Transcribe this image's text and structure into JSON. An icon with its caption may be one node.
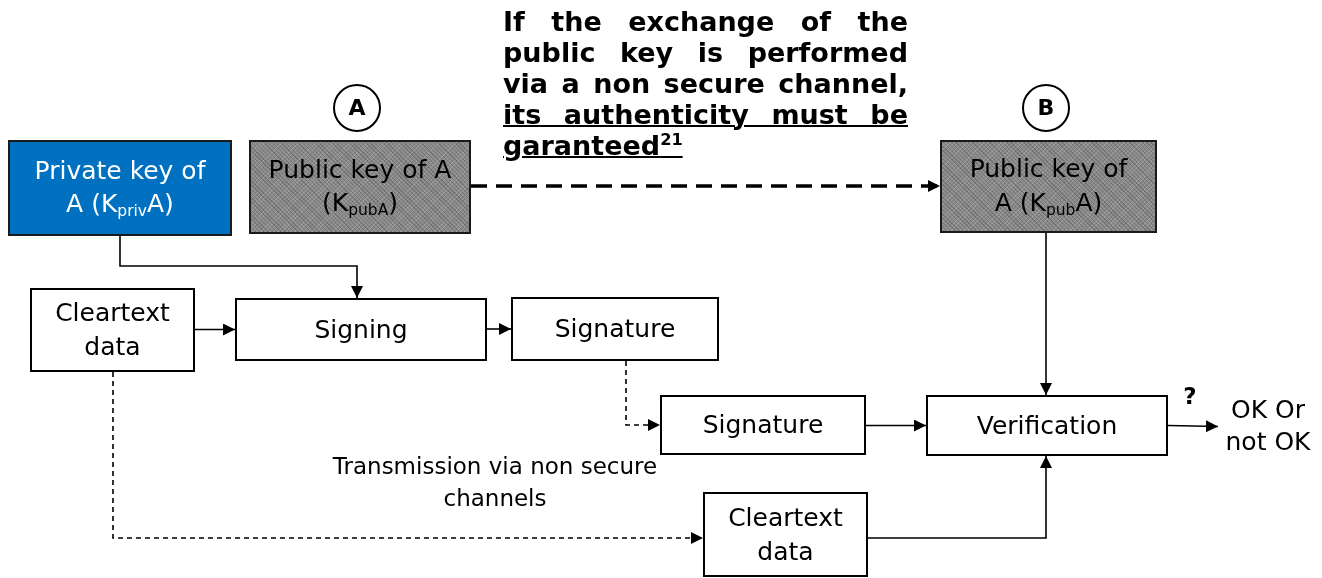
{
  "diagram": {
    "nodes": [
      {
        "text": [
          "Private key of A (K$_{priv}$A)"
        ]
      },
      {
        "text": [
          "A"
        ]
      },
      {
        "text": [
          "Public key of A (K$_{pubA}$)"
        ]
      },
      {
        "text": [
          "B"
        ]
      },
      {
        "text": [
          "Public key of A (K$_{pub}$A)"
        ]
      },
      {
        "text": [
          "Cleartext data"
        ]
      },
      {
        "text": [
          "Signing"
        ]
      },
      {
        "text": [
          "Signature"
        ]
      },
      {
        "text": [
          "Signature"
        ]
      },
      {
        "text": [
          "Verification"
        ]
      },
      {
        "text": [
          "OK Or not OK"
        ]
      },
      {
        "text": [
          "Cleartext data"
        ]
      }
    ],
    "edges": [
      {
        "from": 0,
        "to": 6,
        "arrow": "to"
      },
      {
        "from": 5,
        "to": 6,
        "arrow": "to"
      },
      {
        "from": 6,
        "to": 7,
        "arrow": "to"
      },
      {
        "from": 7,
        "to": 8,
        "arrow": "to",
        "style": "dashed"
      },
      {
        "from": 5,
        "to": 11,
        "arrow": "to",
        "style": "dashed",
        "label": "Transmission via non secure channels"
      },
      {
        "from": 2,
        "to": 4,
        "arrow": "to",
        "style": "dashed"
      },
      {
        "from": 4,
        "to": 9,
        "arrow": "to"
      },
      {
        "from": 8,
        "to": 9,
        "arrow": "to"
      },
      {
        "from": 11,
        "to": 9,
        "arrow": "to"
      },
      {
        "from": 9,
        "to": 10,
        "arrow": "to",
        "label": "?"
      }
    ],
    "labels": [
      "If the exchange of the public key is performed via a non secure channel,",
      "its authenticity must be garanteed$^{21}$"
    ]
  }
}
